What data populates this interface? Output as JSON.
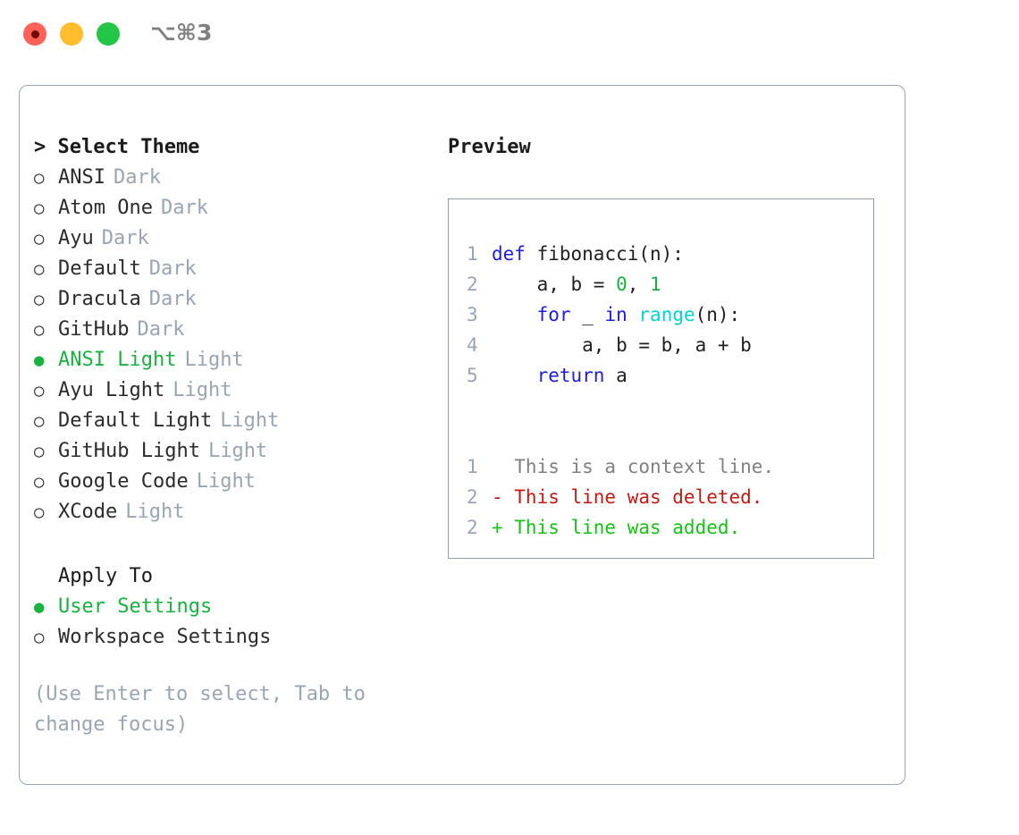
{
  "window": {
    "title": "⌥⌘3",
    "traffic_lights": [
      "close",
      "minimize",
      "zoom"
    ]
  },
  "theme_selector": {
    "heading": "> Select Theme",
    "items": [
      {
        "bullet": "○",
        "name": "ANSI",
        "tag": "Dark",
        "selected": false
      },
      {
        "bullet": "○",
        "name": "Atom One",
        "tag": "Dark",
        "selected": false
      },
      {
        "bullet": "○",
        "name": "Ayu",
        "tag": "Dark",
        "selected": false
      },
      {
        "bullet": "○",
        "name": "Default",
        "tag": "Dark",
        "selected": false
      },
      {
        "bullet": "○",
        "name": "Dracula",
        "tag": "Dark",
        "selected": false
      },
      {
        "bullet": "○",
        "name": "GitHub",
        "tag": "Dark",
        "selected": false
      },
      {
        "bullet": "●",
        "name": "ANSI Light",
        "tag": "Light",
        "selected": true
      },
      {
        "bullet": "○",
        "name": "Ayu Light",
        "tag": "Light",
        "selected": false
      },
      {
        "bullet": "○",
        "name": "Default Light",
        "tag": "Light",
        "selected": false
      },
      {
        "bullet": "○",
        "name": "GitHub Light",
        "tag": "Light",
        "selected": false
      },
      {
        "bullet": "○",
        "name": "Google Code",
        "tag": "Light",
        "selected": false
      },
      {
        "bullet": "○",
        "name": "XCode",
        "tag": "Light",
        "selected": false
      }
    ]
  },
  "apply_to": {
    "heading": "Apply To",
    "items": [
      {
        "bullet": "●",
        "name": "User Settings",
        "selected": true
      },
      {
        "bullet": "○",
        "name": "Workspace Settings",
        "selected": false
      }
    ]
  },
  "hint": "(Use Enter to select, Tab to change focus)",
  "preview": {
    "heading": "Preview",
    "code_lines": [
      {
        "num": "1",
        "tokens": [
          {
            "t": "def",
            "c": "kw"
          },
          {
            "t": " fibonacci(n):",
            "c": "plain"
          }
        ]
      },
      {
        "num": "2",
        "tokens": [
          {
            "t": "    a, b = ",
            "c": "plain"
          },
          {
            "t": "0",
            "c": "num"
          },
          {
            "t": ", ",
            "c": "plain"
          },
          {
            "t": "1",
            "c": "num"
          }
        ]
      },
      {
        "num": "3",
        "tokens": [
          {
            "t": "    ",
            "c": "plain"
          },
          {
            "t": "for",
            "c": "kw"
          },
          {
            "t": " _ ",
            "c": "plain"
          },
          {
            "t": "in",
            "c": "kw"
          },
          {
            "t": " ",
            "c": "plain"
          },
          {
            "t": "range",
            "c": "fn"
          },
          {
            "t": "(n):",
            "c": "plain"
          }
        ]
      },
      {
        "num": "4",
        "tokens": [
          {
            "t": "        a, b = b, a + b",
            "c": "plain"
          }
        ]
      },
      {
        "num": "5",
        "tokens": [
          {
            "t": "    ",
            "c": "plain"
          },
          {
            "t": "return",
            "c": "kw"
          },
          {
            "t": " a",
            "c": "plain"
          }
        ]
      }
    ],
    "diff_lines": [
      {
        "num": "1",
        "text": "  This is a context line.",
        "kind": "ctx"
      },
      {
        "num": "2",
        "text": "- This line was deleted.",
        "kind": "del"
      },
      {
        "num": "2",
        "text": "+ This line was added.",
        "kind": "add"
      }
    ]
  },
  "colors": {
    "accent_green": "#17b33e",
    "muted": "#9aa5b4",
    "keyword": "#1d1de0",
    "function": "#00d4d4",
    "number": "#17b33e",
    "diff_delete": "#c41a14",
    "diff_add": "#14c414",
    "border": "#9aa5b4",
    "traffic_red": "#ff6159",
    "traffic_yellow": "#ffbd2e",
    "traffic_green": "#23c646"
  }
}
